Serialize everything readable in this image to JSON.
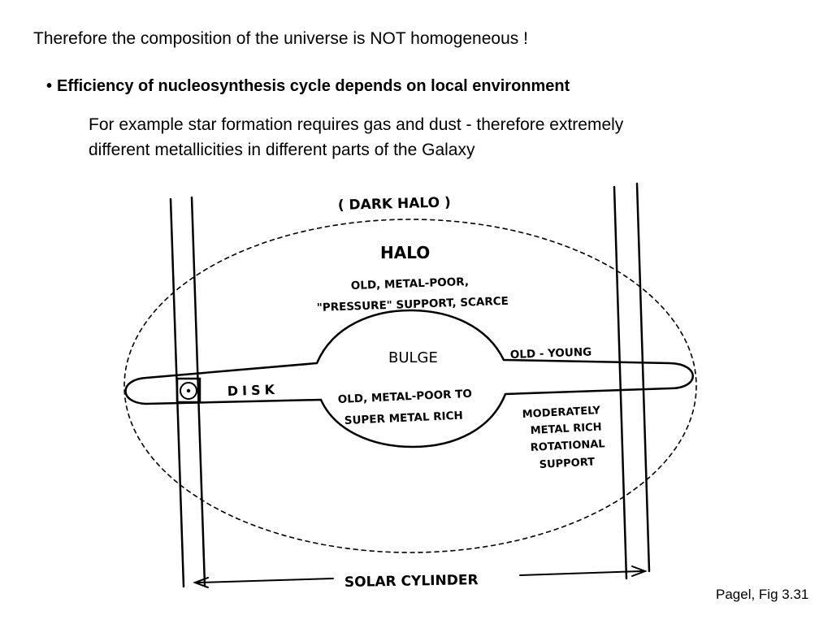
{
  "slide": {
    "headline": "Therefore the composition of the universe is NOT homogeneous !",
    "bullet": {
      "marker": "•",
      "text": "Efficiency of nucleosynthesis cycle depends on local environment"
    },
    "sub_lines": [
      "For example star formation requires gas and dust - therefore extremely",
      "different metallicities in different parts of the Galaxy"
    ],
    "citation": "Pagel, Fig 3.31"
  },
  "diagram": {
    "dark_halo_label": "( DARK  HALO )",
    "halo_label": "HALO",
    "halo_desc_1": "OLD, METAL-POOR,",
    "halo_desc_2": "\"PRESSURE\" SUPPORT, SCARCE",
    "bulge_label": "BULGE",
    "bulge_desc_1": "OLD, METAL-POOR TO",
    "bulge_desc_2": "SUPER METAL RICH",
    "disk_label": "DISK",
    "disk_age": "OLD - YOUNG",
    "disk_desc_1": "MODERATELY",
    "disk_desc_2": "METAL RICH",
    "disk_desc_3": "ROTATIONAL",
    "disk_desc_4": "SUPPORT",
    "solar_cylinder_label": "SOLAR  CYLINDER",
    "sun_symbol": "⊙"
  }
}
